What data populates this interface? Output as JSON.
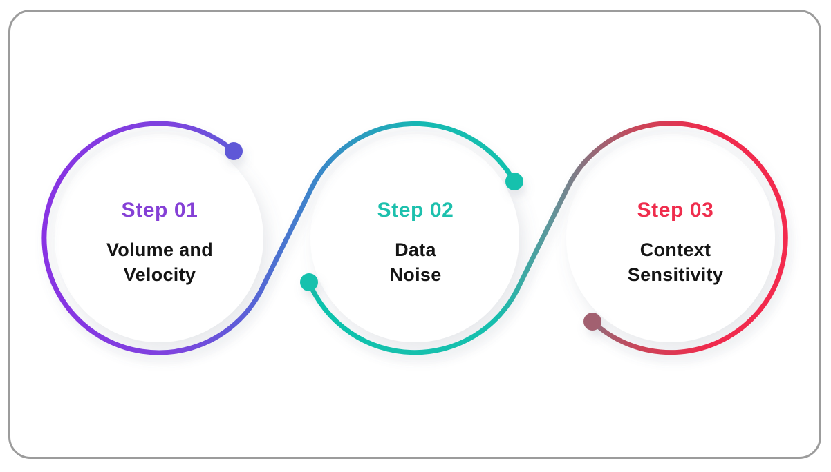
{
  "diagram": {
    "kind": "three-step process curve infographic",
    "background_color": "#ffffff",
    "frame_border_color": "#9c9c9c",
    "title_text_color": "#151515"
  },
  "steps": [
    {
      "label": "Step 01",
      "title_line1": "Volume and",
      "title_line2": "Velocity",
      "accent": "#8540d6",
      "node_color": "#5f58d7"
    },
    {
      "label": "Step 02",
      "title_line1": "Data",
      "title_line2": "Noise",
      "accent": "#1dc0ad",
      "node_color": "#12c1ad"
    },
    {
      "label": "Step 03",
      "title_line1": "Context",
      "title_line2": "Sensitivity",
      "accent": "#ef2d4d",
      "node_color": "#a2606f"
    }
  ],
  "curve_gradient_1": {
    "c0": "#8833e3",
    "c1": "#7d44de",
    "c2": "#5e5cd8",
    "c3": "#3d84ca",
    "c4": "#16b9b2",
    "c5": "#10c2ac"
  },
  "curve_gradient_2": {
    "c0": "#10c2ac",
    "c1": "#14bfae",
    "c2": "#62949a",
    "c3": "#946a78",
    "c4": "#cc4458",
    "c5": "#ef2b4d",
    "c6": "#f32b4e"
  }
}
